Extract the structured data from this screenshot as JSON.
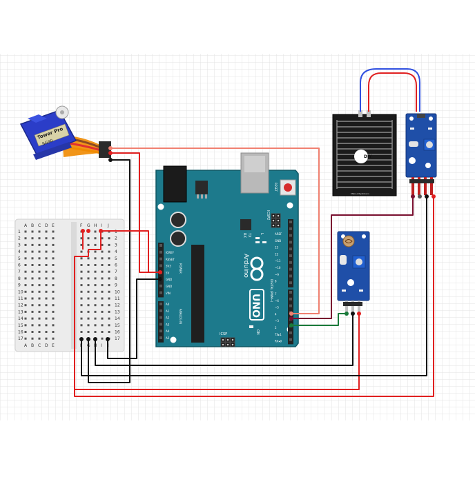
{
  "servo": {
    "label": "Tower Pro",
    "model": "SG90",
    "wire_colors": [
      "#8b4a22",
      "#e03030",
      "#f08a00"
    ]
  },
  "arduino": {
    "board_name": "Arduino",
    "model": "UNO",
    "icsp1": "ICSP2",
    "icsp2": "ICSP",
    "reset_label": "RESET",
    "tx": "TX",
    "rx": "RX",
    "l": "L",
    "on": "ON",
    "power_header_title": "POWER",
    "analog_header_title": "ANALOG IN",
    "digital_header_title": "DIGITAL (PWM~)",
    "power_pins": [
      "IOREF",
      "RESET",
      "3V3",
      "5V",
      "GND",
      "GND",
      "VIN"
    ],
    "analog_pins": [
      "A0",
      "A1",
      "A2",
      "A3",
      "A4",
      "A5"
    ],
    "top_pins": [
      "AREF",
      "GND",
      "13",
      "12",
      "~11",
      "~10",
      "~9",
      "8"
    ],
    "bottom_pins": [
      "7",
      "~6",
      "~5",
      "4",
      "~3",
      "2",
      "TX▸1",
      "RX◂0"
    ],
    "colors": {
      "board": "#1d7a8c",
      "header": "#222222"
    }
  },
  "breadboard": {
    "left_cols": [
      "A",
      "B",
      "C",
      "D",
      "E"
    ],
    "right_cols": [
      "F",
      "G",
      "H",
      "I",
      "J"
    ],
    "rows": [
      "1",
      "2",
      "3",
      "4",
      "5",
      "6",
      "7",
      "8",
      "9",
      "10",
      "11",
      "12",
      "13",
      "14",
      "15",
      "16",
      "17"
    ]
  },
  "rain_sensor": {
    "brand": "DIY",
    "footer": "https://diyables.io"
  },
  "wires": {
    "colors": {
      "red": "#e02020",
      "black": "#111111",
      "salmon": "#f08070",
      "green": "#1a7a3a",
      "maroon": "#7a1030",
      "blue": "#3050e0"
    }
  }
}
